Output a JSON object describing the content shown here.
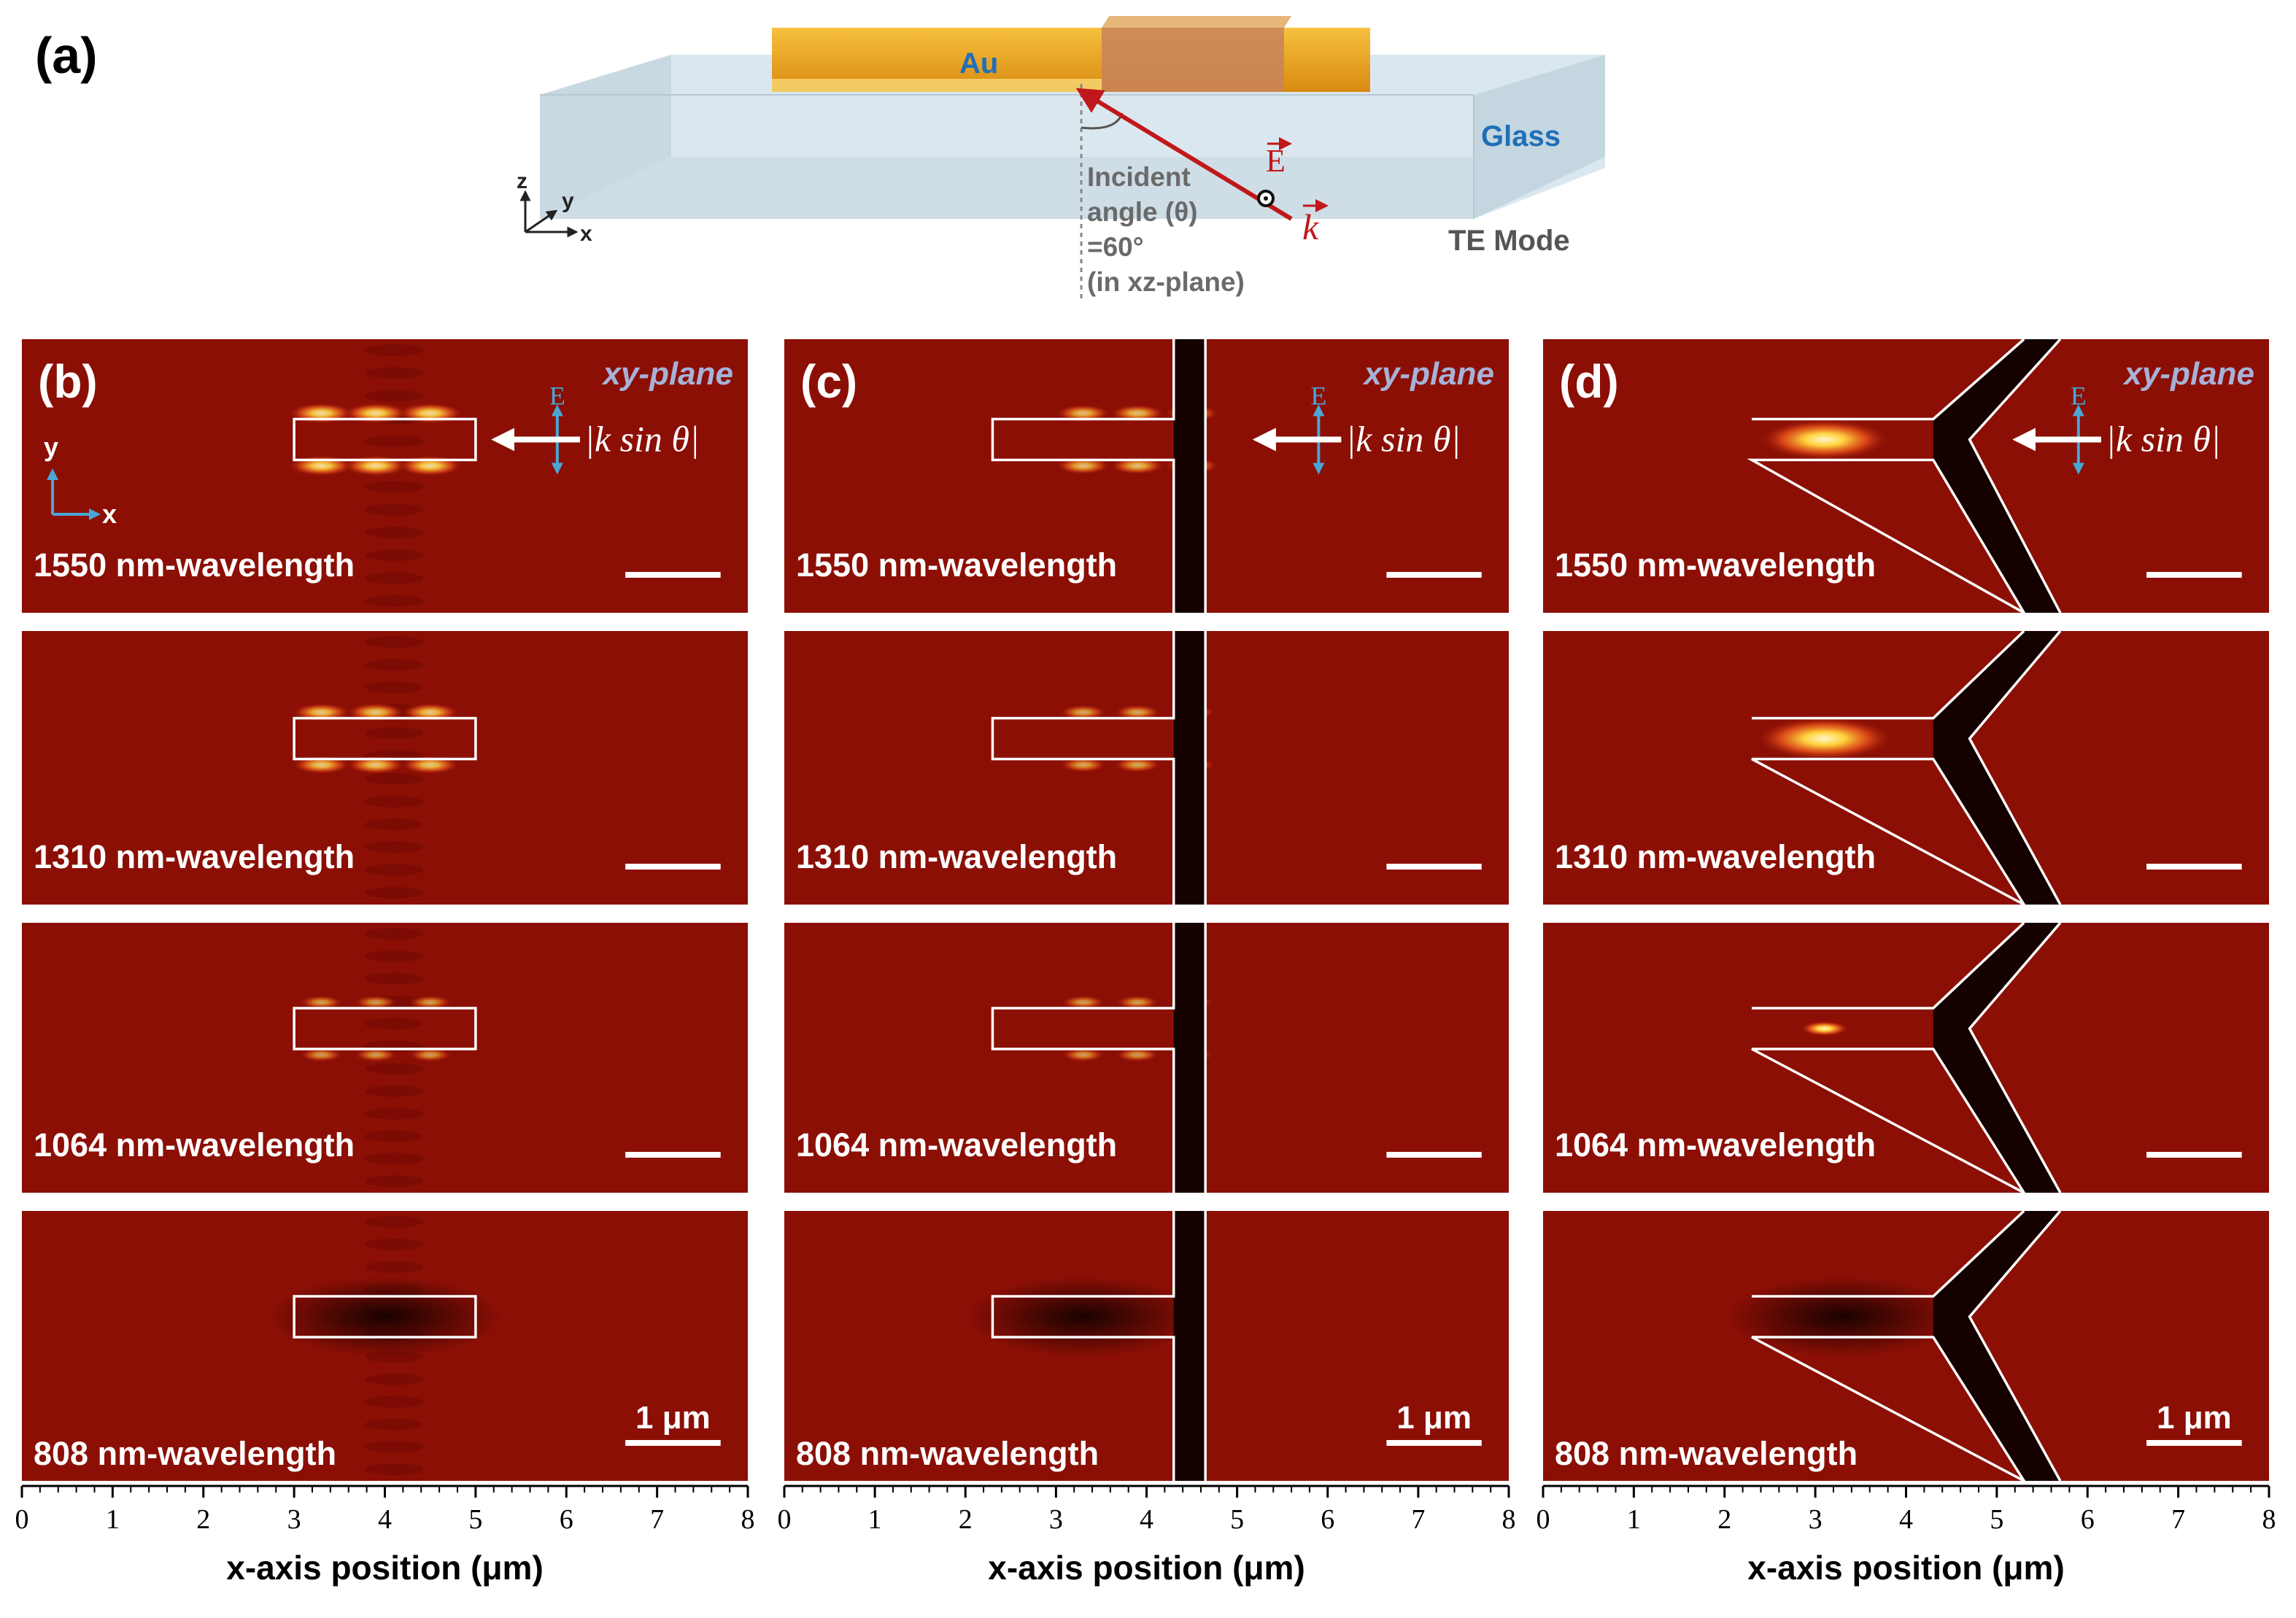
{
  "figure": {
    "panel_a": {
      "label": "(a)",
      "au_label": "Au",
      "glass_label": "Glass",
      "axis_z": "z",
      "axis_y": "y",
      "axis_x": "x",
      "e_field": "E",
      "k_vector": "k",
      "incident_line1": "Incident",
      "incident_line2": "angle (θ)",
      "incident_line3": "=60°",
      "incident_line4": "(in xz-plane)",
      "mode": "TE Mode"
    },
    "plane_label": "xy-plane",
    "e_label": "E",
    "k_sin_label": "|k sin θ|",
    "axis_y": "y",
    "axis_x": "x",
    "scale_bar": "1 μm",
    "x_axis_label": "x-axis position (μm)",
    "x_ticks": [
      "0",
      "1",
      "2",
      "3",
      "4",
      "5",
      "6",
      "7",
      "8"
    ],
    "wavelengths": [
      "1550 nm-wavelength",
      "1310 nm-wavelength",
      "1064 nm-wavelength",
      "808 nm-wavelength"
    ],
    "panels": [
      {
        "label": "(b)",
        "intensity": [
          0.9,
          0.8,
          0.6,
          0.1
        ]
      },
      {
        "label": "(c)",
        "intensity": [
          0.75,
          0.65,
          0.6,
          0.1
        ]
      },
      {
        "label": "(d)",
        "intensity": [
          0.95,
          1.0,
          0.35,
          0.05
        ]
      }
    ],
    "colors": {
      "field_background": "#8b0f05",
      "hot": "#ffd23c",
      "au_gold": "#f0a818",
      "glass": "#dbe7ee",
      "glass_text": "#1f6fb8",
      "arrow_red": "#c0181a",
      "e_arrow_blue": "#4aa6d6",
      "plane_text": "#a6b2d8"
    }
  }
}
